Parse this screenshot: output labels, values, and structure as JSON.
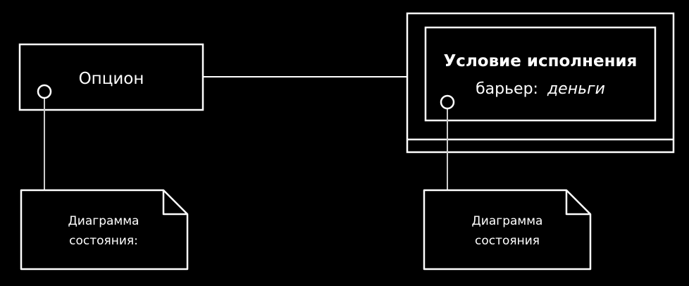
{
  "option_box": {
    "label": "Опцион"
  },
  "condition_box": {
    "title": "Условие исполнения",
    "attr_name": "барьер:",
    "attr_value": "деньги"
  },
  "note_left": {
    "line1": "Диаграмма",
    "line2": "состояния:"
  },
  "note_right": {
    "line1": "Диаграмма",
    "line2": "состояния"
  },
  "colors": {
    "background": "#000000",
    "stroke": "#ffffff",
    "connector": "#cccccc"
  }
}
